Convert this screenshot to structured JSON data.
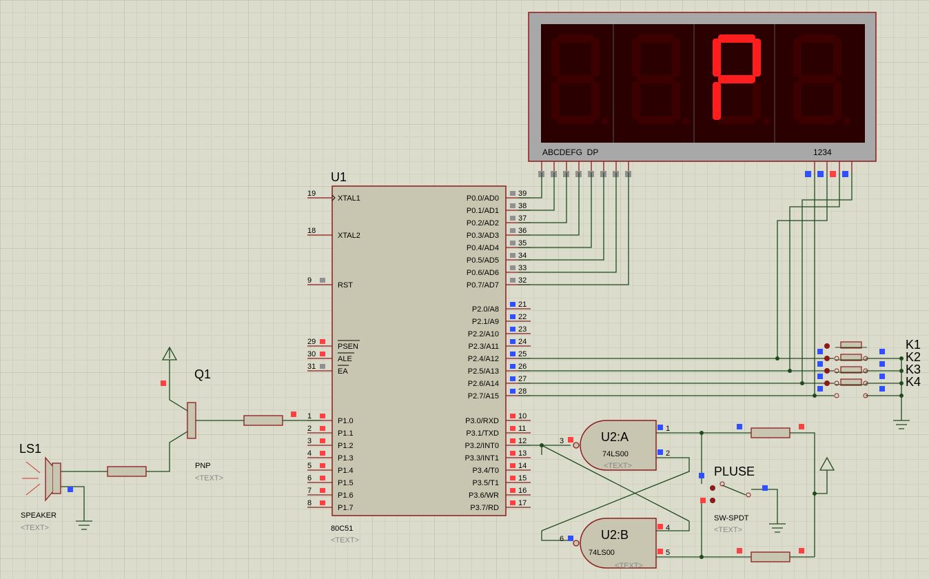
{
  "display": {
    "segment_label": "ABCDEFG  DP",
    "digit_label": "1234",
    "digits_lit": [
      false,
      false,
      true,
      false
    ],
    "shown_char": "P"
  },
  "u1": {
    "ref": "U1",
    "part": "80C51",
    "text_placeholder": "<TEXT>",
    "left_pins": [
      {
        "num": "19",
        "name": "XTAL1"
      },
      {
        "num": "18",
        "name": "XTAL2"
      },
      {
        "num": "9",
        "name": "RST"
      },
      {
        "num": "29",
        "name": "PSEN"
      },
      {
        "num": "30",
        "name": "ALE"
      },
      {
        "num": "31",
        "name": "EA"
      },
      {
        "num": "1",
        "name": "P1.0"
      },
      {
        "num": "2",
        "name": "P1.1"
      },
      {
        "num": "3",
        "name": "P1.2"
      },
      {
        "num": "4",
        "name": "P1.3"
      },
      {
        "num": "5",
        "name": "P1.4"
      },
      {
        "num": "6",
        "name": "P1.5"
      },
      {
        "num": "7",
        "name": "P1.6"
      },
      {
        "num": "8",
        "name": "P1.7"
      }
    ],
    "right_pins": [
      {
        "num": "39",
        "name": "P0.0/AD0"
      },
      {
        "num": "38",
        "name": "P0.1/AD1"
      },
      {
        "num": "37",
        "name": "P0.2/AD2"
      },
      {
        "num": "36",
        "name": "P0.3/AD3"
      },
      {
        "num": "35",
        "name": "P0.4/AD4"
      },
      {
        "num": "34",
        "name": "P0.5/AD5"
      },
      {
        "num": "33",
        "name": "P0.6/AD6"
      },
      {
        "num": "32",
        "name": "P0.7/AD7"
      },
      {
        "num": "21",
        "name": "P2.0/A8"
      },
      {
        "num": "22",
        "name": "P2.1/A9"
      },
      {
        "num": "23",
        "name": "P2.2/A10"
      },
      {
        "num": "24",
        "name": "P2.3/A11"
      },
      {
        "num": "25",
        "name": "P2.4/A12"
      },
      {
        "num": "26",
        "name": "P2.5/A13"
      },
      {
        "num": "27",
        "name": "P2.6/A14"
      },
      {
        "num": "28",
        "name": "P2.7/A15"
      },
      {
        "num": "10",
        "name": "P3.0/RXD"
      },
      {
        "num": "11",
        "name": "P3.1/TXD"
      },
      {
        "num": "12",
        "name": "P3.2/INT0"
      },
      {
        "num": "13",
        "name": "P3.3/INT1"
      },
      {
        "num": "14",
        "name": "P3.4/T0"
      },
      {
        "num": "15",
        "name": "P3.5/T1"
      },
      {
        "num": "16",
        "name": "P3.6/WR"
      },
      {
        "num": "17",
        "name": "P3.7/RD"
      }
    ]
  },
  "q1": {
    "ref": "Q1",
    "type": "PNP",
    "text_placeholder": "<TEXT>"
  },
  "ls1": {
    "ref": "LS1",
    "type": "SPEAKER",
    "text_placeholder": "<TEXT>"
  },
  "u2a": {
    "ref": "U2:A",
    "part": "74LS00",
    "text_placeholder": "<TEXT>",
    "in1": "1",
    "in2": "2",
    "out": "3"
  },
  "u2b": {
    "ref": "U2:B",
    "part": "74LS00",
    "text_placeholder": "<TEXT>",
    "in1": "4",
    "in2": "5",
    "out": "6"
  },
  "sw": {
    "ref": "PLUSE",
    "type": "SW-SPDT",
    "text_placeholder": "<TEXT>"
  },
  "keys": [
    "K1",
    "K2",
    "K3",
    "K4"
  ],
  "colors": {
    "background": "#dcdccc",
    "grid": "#c4c4b4",
    "wire": "#1e4a1e",
    "component_body": "#c8c6b0",
    "component_outline": "#8b1a1a",
    "display_bezel": "#a8a8a8",
    "display_face": "#2a0000",
    "segment_on": "#ff1e1e",
    "segment_off": "#3c0000",
    "pin_high": "#ff4040",
    "pin_low": "#3050ff",
    "pin_float": "#909090"
  }
}
